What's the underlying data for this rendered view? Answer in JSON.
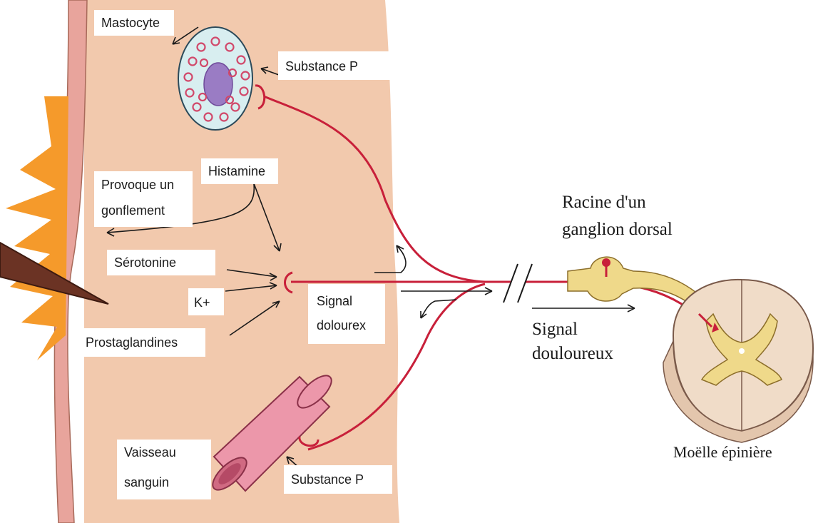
{
  "labels": {
    "mastocyte": "Mastocyte",
    "substance_p_top": "Substance P",
    "histamine": "Histamine",
    "provoque_line1": "Provoque un",
    "provoque_line2": "gonflement",
    "serotonine": "Sérotonine",
    "k_plus": "K+",
    "prostaglandines": "Prostaglandines",
    "signal_skin_line1": "Signal",
    "signal_skin_line2": "dolourex",
    "vaisseau_line1": "Vaisseau",
    "vaisseau_line2": "sanguin",
    "substance_p_bottom": "Substance P",
    "racine_line1": "Racine d'un",
    "racine_line2": "ganglion dorsal",
    "signal_right_line1": "Signal",
    "signal_right_line2": "douloureux",
    "moelle": "Moëlle épinière"
  },
  "colors": {
    "skin": "#f2c9ad",
    "epidermis": "#e8a49c",
    "nerve": "#c8203a",
    "cell_fill": "#d8eef0",
    "nucleus": "#9a7cc4",
    "granule": "#d1486a",
    "vessel": "#ec97aa",
    "ganglion": "#efd98a",
    "spinal_cord": "#f0dcc8",
    "grey_matter": "#efd98a",
    "injury": "#f59a2b",
    "thorn": "#6b3324"
  }
}
